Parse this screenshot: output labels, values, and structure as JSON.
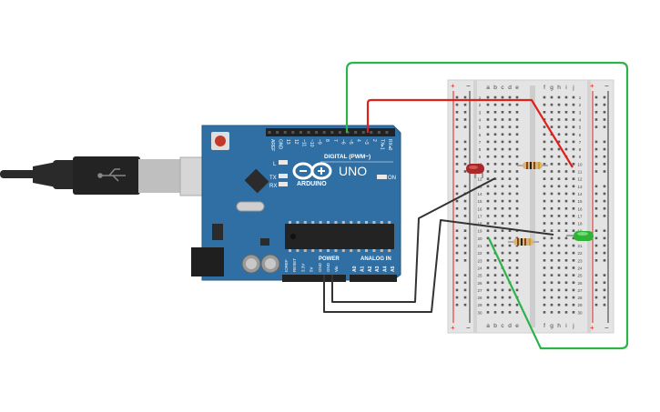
{
  "arduino": {
    "brand": "ARDUINO",
    "model": "UNO",
    "on_label": "ON",
    "digital_label": "DIGITAL (PWM~)",
    "power_label": "POWER",
    "analog_label": "ANALOG IN",
    "led_labels": [
      "L",
      "TX",
      "RX"
    ],
    "digital_pins": [
      "AREF",
      "GND",
      "13",
      "12",
      "~11",
      "~10",
      "~9",
      "8",
      "7",
      "~6",
      "~5",
      "4",
      "~3",
      "2",
      "TX▸1",
      "RX◂0"
    ],
    "power_pins": [
      "IOREF",
      "RESET",
      "3.3V",
      "5V",
      "GND",
      "GND",
      "Vin"
    ],
    "analog_pins": [
      "A0",
      "A1",
      "A2",
      "A3",
      "A4",
      "A5"
    ]
  },
  "breadboard": {
    "left_columns": [
      "a",
      "b",
      "c",
      "d",
      "e"
    ],
    "right_columns": [
      "f",
      "g",
      "h",
      "i",
      "j"
    ],
    "row_labels": [
      "1",
      "2",
      "3",
      "4",
      "5",
      "6",
      "7",
      "8",
      "9",
      "10",
      "11",
      "12",
      "13",
      "14",
      "15",
      "16",
      "17",
      "18",
      "19",
      "20",
      "21",
      "22",
      "23",
      "24",
      "25",
      "26",
      "27",
      "28",
      "29",
      "30"
    ],
    "rail_plus": "+",
    "rail_minus": "−"
  },
  "components": {
    "led_red_color": "#c0392b",
    "led_green_color": "#2ecc40",
    "wire_red": "#e0201c",
    "wire_green": "#2db34a",
    "wire_black": "#333333",
    "board_color": "#2f6fa3"
  }
}
